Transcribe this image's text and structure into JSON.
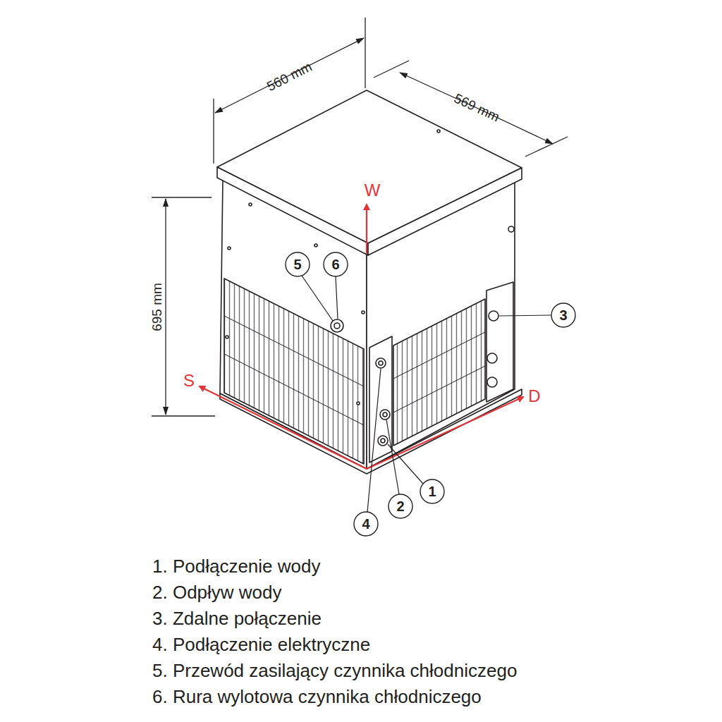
{
  "diagram": {
    "labels": [
      "560 mm",
      "569 mm",
      "695 mm",
      "W",
      "S",
      "D",
      "5",
      "6",
      "3",
      "4",
      "2",
      "1",
      "1. Podłączenie wody",
      "2. Odpływ wody",
      "3. Zdalne połączenie",
      "4. Podłączenie elektryczne",
      "5. Przewód zasilający czynnika chłodniczego",
      "6. Rura wylotowa czynnika chłodniczego"
    ]
  }
}
